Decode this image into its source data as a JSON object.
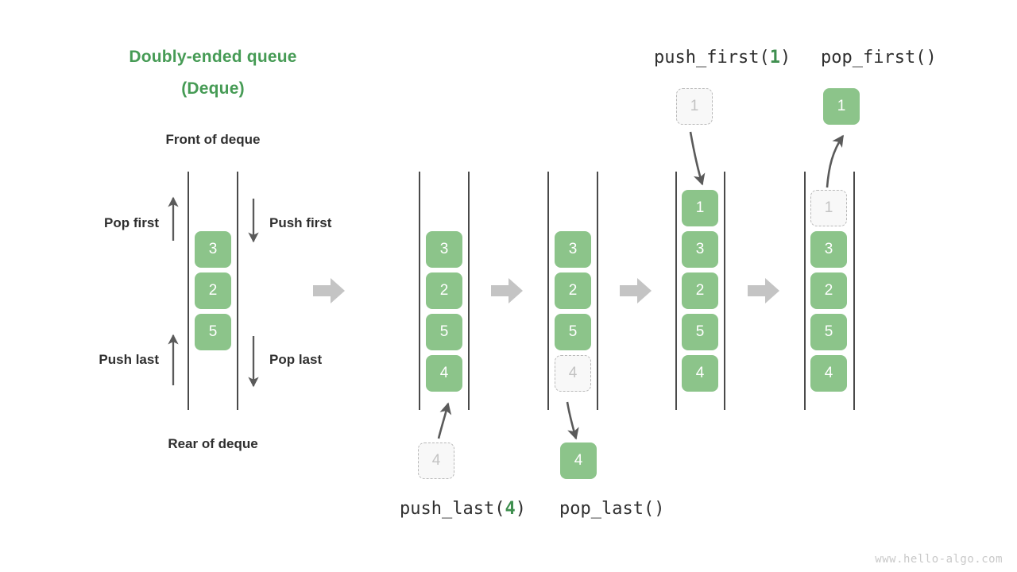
{
  "title": {
    "line1": "Doubly-ended queue",
    "line2": "(Deque)",
    "color": "#469B55"
  },
  "labels": {
    "front_of_deque": "Front of deque",
    "rear_of_deque": "Rear of deque",
    "pop_first": "Pop first",
    "push_first": "Push first",
    "push_last": "Push last",
    "pop_last": "Pop last"
  },
  "operations": {
    "push_last": {
      "name": "push_last(",
      "arg": "4",
      "close": ")"
    },
    "pop_last": {
      "name": "pop_last()"
    },
    "push_first": {
      "name": "push_first(",
      "arg": "1",
      "close": ")"
    },
    "pop_first": {
      "name": "pop_first()"
    }
  },
  "panels": [
    {
      "id": "panel-overview",
      "cells": [
        {
          "value": "3",
          "state": "solid"
        },
        {
          "value": "2",
          "state": "solid"
        },
        {
          "value": "5",
          "state": "solid"
        }
      ],
      "external_cells": []
    },
    {
      "id": "panel-push-last-before",
      "cells": [
        {
          "value": "3",
          "state": "solid"
        },
        {
          "value": "2",
          "state": "solid"
        },
        {
          "value": "5",
          "state": "solid"
        },
        {
          "value": "4",
          "state": "solid"
        }
      ],
      "external_cells": [
        {
          "value": "4",
          "state": "ghost",
          "position": "below"
        }
      ]
    },
    {
      "id": "panel-pop-last",
      "cells": [
        {
          "value": "3",
          "state": "solid"
        },
        {
          "value": "2",
          "state": "solid"
        },
        {
          "value": "5",
          "state": "solid"
        },
        {
          "value": "4",
          "state": "ghost"
        }
      ],
      "external_cells": [
        {
          "value": "4",
          "state": "solid",
          "position": "below"
        }
      ]
    },
    {
      "id": "panel-push-first",
      "cells": [
        {
          "value": "1",
          "state": "solid"
        },
        {
          "value": "3",
          "state": "solid"
        },
        {
          "value": "2",
          "state": "solid"
        },
        {
          "value": "5",
          "state": "solid"
        },
        {
          "value": "4",
          "state": "solid"
        }
      ],
      "external_cells": [
        {
          "value": "1",
          "state": "ghost",
          "position": "above"
        }
      ]
    },
    {
      "id": "panel-pop-first",
      "cells": [
        {
          "value": "1",
          "state": "ghost"
        },
        {
          "value": "3",
          "state": "solid"
        },
        {
          "value": "2",
          "state": "solid"
        },
        {
          "value": "5",
          "state": "solid"
        },
        {
          "value": "4",
          "state": "solid"
        }
      ],
      "external_cells": [
        {
          "value": "1",
          "state": "solid",
          "position": "above"
        }
      ]
    }
  ],
  "colors": {
    "cell_green": "#8CC48A",
    "ghost_fill": "#F8F8F8",
    "ghost_border": "#B9B9B9",
    "ghost_text": "#C3C3C3",
    "rail": "#4A4A4A",
    "block_arrow": "#C4C4C4",
    "thin_arrow": "#5A5A5A",
    "text": "#2F2F2F"
  },
  "watermark": "www.hello-algo.com"
}
